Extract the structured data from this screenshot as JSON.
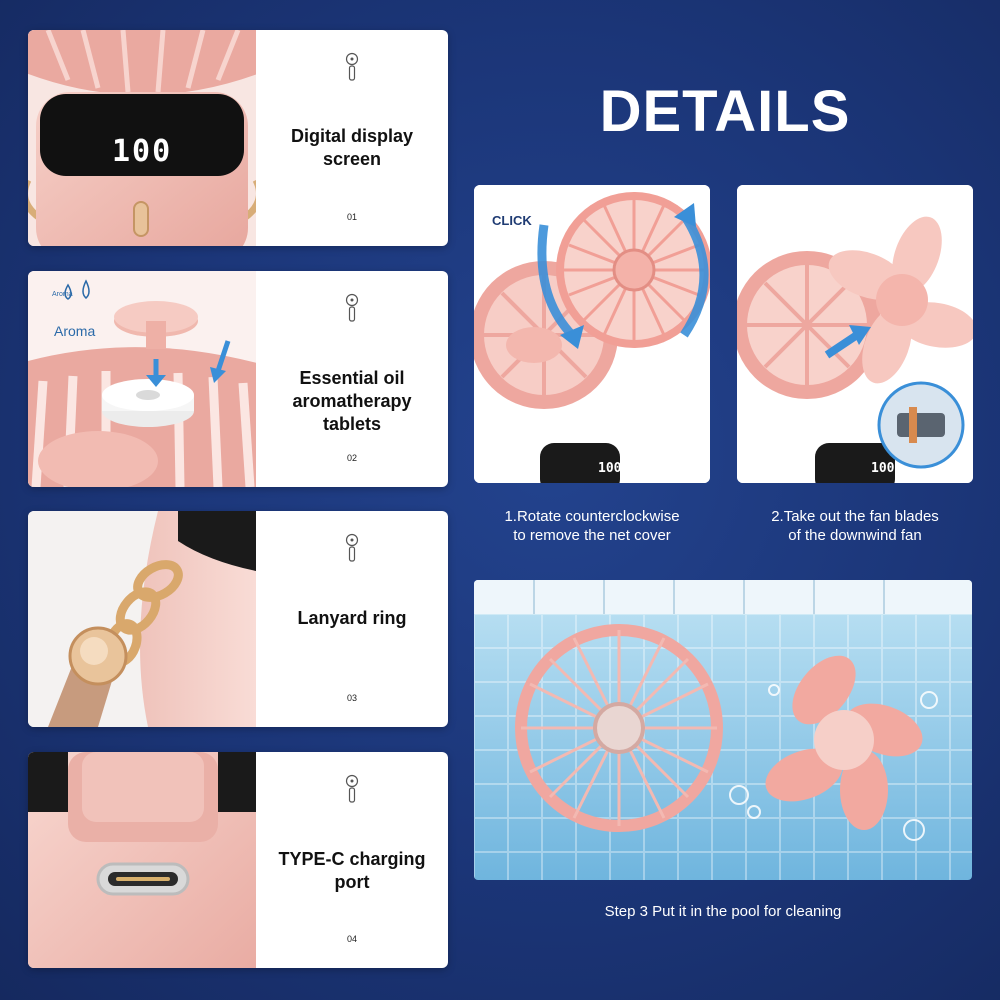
{
  "header": {
    "title": "DETAILS"
  },
  "features": [
    {
      "label": "Digital display screen",
      "num": "01",
      "lcd": "100",
      "icon": "fan-silhouette-icon"
    },
    {
      "label": "Essential oil aromatherapy tablets",
      "num": "02",
      "badge": "Aroma",
      "badge_small": "Aroma",
      "icon": "fan-silhouette-icon"
    },
    {
      "label": "Lanyard ring",
      "num": "03",
      "icon": "fan-silhouette-icon"
    },
    {
      "label": "TYPE-C charging port",
      "num": "04",
      "icon": "fan-silhouette-icon"
    }
  ],
  "steps": [
    {
      "caption_line1": "1.Rotate counterclockwise",
      "caption_line2": "to remove the net cover",
      "annotation": "CLICK",
      "lcd": "100"
    },
    {
      "caption_line1": "2.Take out the fan blades",
      "caption_line2": "of the downwind fan",
      "lcd": "100"
    }
  ],
  "pool": {
    "caption": "Step 3 Put it in the pool for cleaning"
  },
  "colors": {
    "background": "#1b3577",
    "accent_pink": "#f2b7b0",
    "arrow_blue": "#3a8fd8",
    "text_white": "#ffffff"
  }
}
